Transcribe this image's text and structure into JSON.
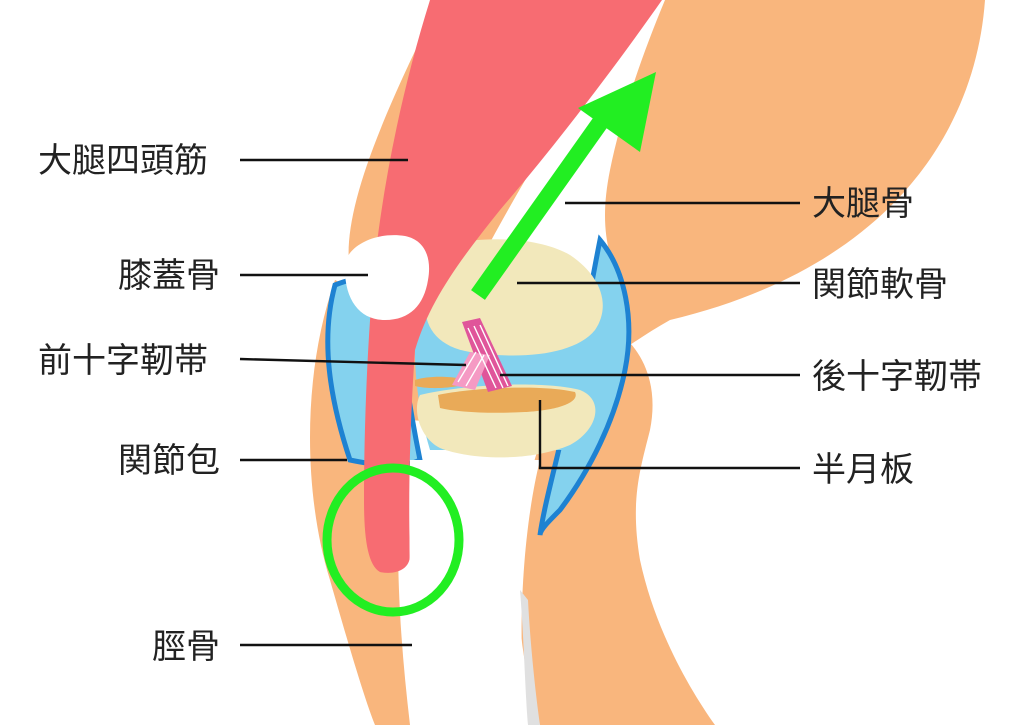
{
  "labels": {
    "quadriceps": "大腿四頭筋",
    "patella": "膝蓋骨",
    "acl": "前十字靭帯",
    "capsule": "関節包",
    "tibia": "脛骨",
    "femur": "大腿骨",
    "cartilage": "関節軟骨",
    "pcl": "後十字靭帯",
    "meniscus": "半月板"
  },
  "colors": {
    "skin": "#F9B67D",
    "muscle": "#F76C72",
    "synovial": "#84D2EE",
    "capsule_outline": "#1E82D2",
    "cartilage": "#F2E8BB",
    "meniscus": "#E9AA58",
    "ligament": "#E0559A",
    "highlight_green": "#22EE22",
    "bone_white": "#FFFFFF"
  },
  "icons": {
    "arrow": "green-up-right-arrow-icon",
    "circle": "green-circle-highlight-icon"
  }
}
